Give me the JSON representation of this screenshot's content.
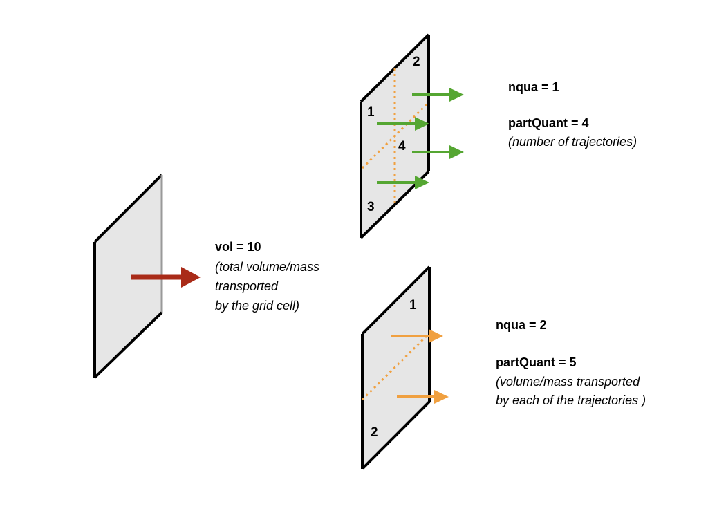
{
  "colors": {
    "panel_fill": "#e6e6e6",
    "panel_edge": "#000000",
    "panel_edge_light": "#999999",
    "red_arrow": "#a92b18",
    "green_arrow": "#55a632",
    "orange": "#f0a040"
  },
  "left_panel": {
    "label_vol": "vol = 10",
    "desc_lines": [
      "(total volume/mass",
      "transported",
      "by the grid cell)"
    ]
  },
  "top_panel": {
    "region_numbers": [
      "1",
      "2",
      "3",
      "4"
    ],
    "nqua": "nqua = 1",
    "partquant": "partQuant = 4",
    "desc": "(number of trajectories)"
  },
  "bottom_panel": {
    "region_numbers": [
      "1",
      "2"
    ],
    "nqua": "nqua = 2",
    "partquant": "partQuant = 5",
    "desc_lines": [
      "(volume/mass transported",
      "by each of the trajectories )"
    ]
  }
}
